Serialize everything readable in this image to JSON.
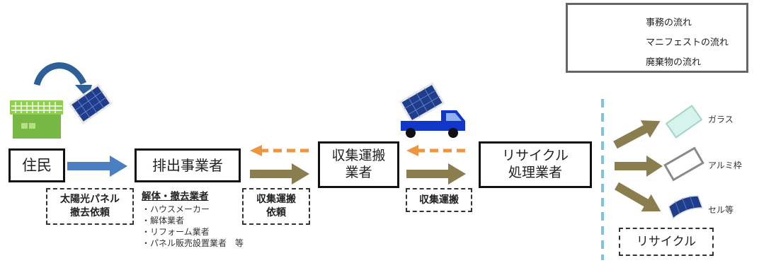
{
  "legend": {
    "items": [
      {
        "label": "事務の流れ",
        "color": "#4a7fc1",
        "style": "solid"
      },
      {
        "label": "マニフェストの流れ",
        "color": "#f0953f",
        "style": "dashed"
      },
      {
        "label": "廃棄物の流れ",
        "color": "#8a7d4e",
        "style": "solid"
      }
    ]
  },
  "nodes": {
    "resident": "住民",
    "discharger": "排出事業者",
    "collector": "収集運搬\n業者",
    "recycler": "リサイクル\n処理業者"
  },
  "labels": {
    "removal_request": "太陽光パネル\n撤去依頼",
    "collection_request": "収集運搬\n依頼",
    "collection_transport": "収集運搬",
    "recycle": "リサイクル"
  },
  "discharger_types": {
    "heading": "解体・撤去業者",
    "items": [
      "・ハウスメーカー",
      "・解体業者",
      "・リフォーム業者",
      "・パネル販売設置業者　等"
    ]
  },
  "outputs": [
    "ガラス",
    "アルミ枠",
    "セル等"
  ],
  "colors": {
    "office_flow": "#4a7fc1",
    "manifest_flow": "#f0953f",
    "waste_flow": "#8a7d4e",
    "house_green": "#77b845",
    "panel_blue": "#1f3d8a",
    "truck_blue": "#1136c8",
    "divider": "#7fc3d8"
  }
}
